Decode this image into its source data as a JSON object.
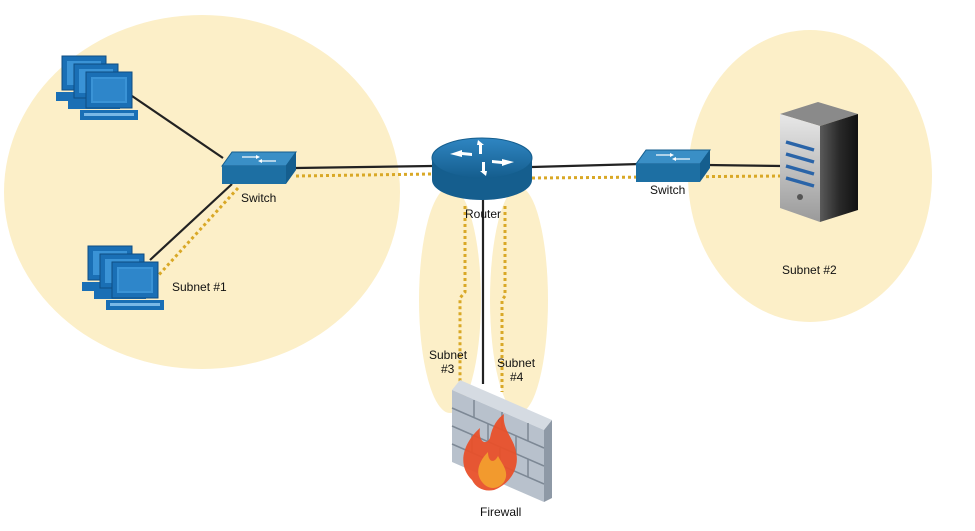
{
  "labels": {
    "switch_left": "Switch",
    "router": "Router",
    "switch_right": "Switch",
    "subnet1": "Subnet  #1",
    "subnet2": "Subnet  #2",
    "subnet3_line1": "Subnet",
    "subnet3_line2": "#3",
    "subnet4_line1": "Subnet",
    "subnet4_line2": "#4",
    "firewall": "Firewall"
  },
  "colors": {
    "zone_fill": "#fcefc8",
    "device_blue": "#1d6fa3",
    "device_blue_top": "#3a8fc6",
    "computer_blue": "#1a6fb5",
    "link_black": "#222222",
    "link_dotted": "#d9a826",
    "firewall_brick": "#b8c1cc",
    "flame_red": "#e8502a",
    "flame_orange": "#f29a2e",
    "server_dark": "#2a2a2a"
  },
  "icons": {
    "computers_top": "computer-cluster-icon",
    "computers_bottom": "computer-cluster-icon",
    "switch_left": "network-switch-icon",
    "router": "router-icon",
    "switch_right": "network-switch-icon",
    "server": "server-tower-icon",
    "firewall": "firewall-icon"
  }
}
